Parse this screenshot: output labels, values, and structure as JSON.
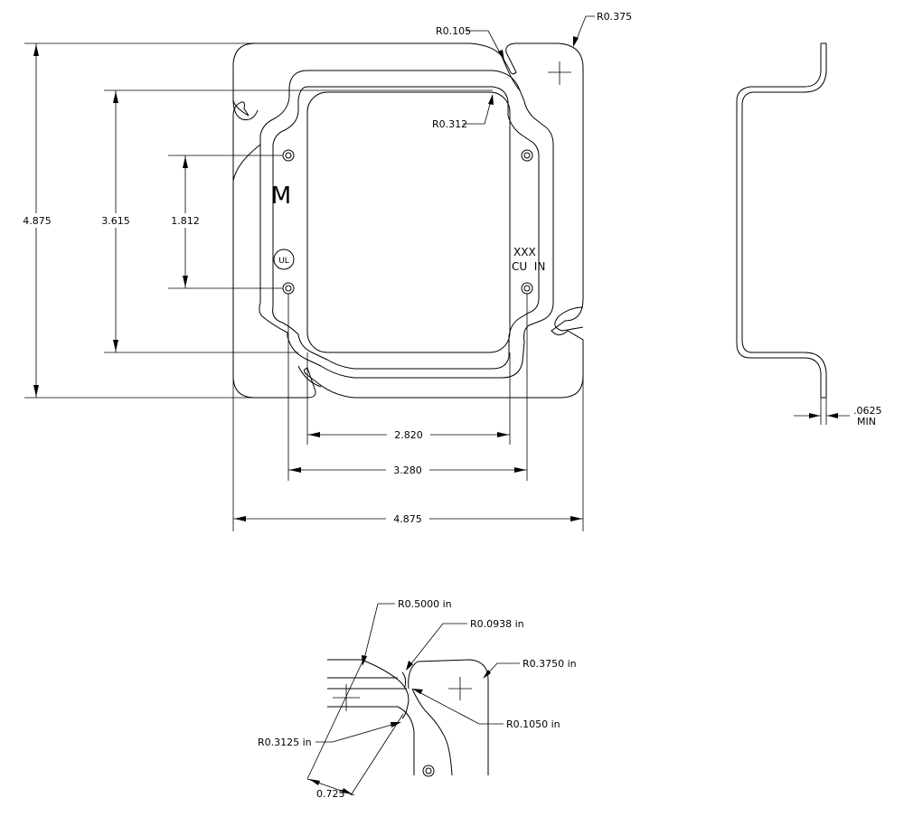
{
  "front_view": {
    "dimensions": {
      "overall_height": "4.875",
      "opening_height": "3.615",
      "hole_spacing_vertical": "1.812",
      "opening_width": "2.820",
      "hole_spacing_horizontal": "3.280",
      "overall_width": "4.875"
    },
    "radii": {
      "notch_radius": "R0.105",
      "corner_radius": "R0.375",
      "opening_corner_radius": "R0.312"
    },
    "markings": {
      "logo_letter": "M",
      "volume_line_1": "XXX",
      "volume_line_2": "CU  IN",
      "ul_mark": "UL"
    }
  },
  "side_view": {
    "thickness_value": ".0625",
    "thickness_note": "MIN"
  },
  "detail_view": {
    "radius_large": "R0.5000  in",
    "radius_notch": "R0.0938  in",
    "radius_corner": "R0.3750  in",
    "radius_notch_edge": "R0.1050  in",
    "radius_inner": "R0.3125  in",
    "offset": "0.725"
  }
}
